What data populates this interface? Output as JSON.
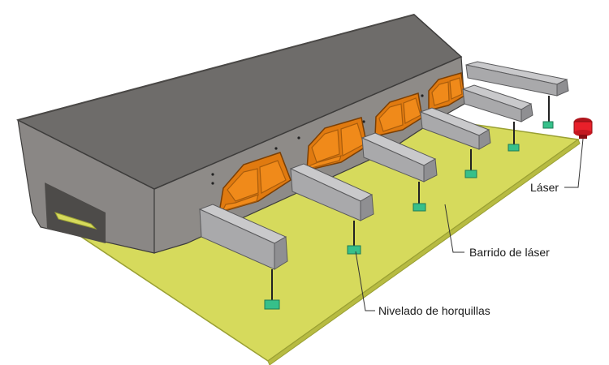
{
  "labels": {
    "laser": "Láser",
    "sweep": "Barrido de láser",
    "forks": "Nivelado de horquillas"
  },
  "colors": {
    "floor": "#d6da5c",
    "floor_edge": "#9aa033",
    "roof": "#6e6c6a",
    "wall": "#8a8785",
    "wall_dark": "#5c5a58",
    "bar": "#a9a9ab",
    "cell": "#f08a1a",
    "fork": "#36c08a",
    "laser": "#e8202a"
  },
  "icons": {
    "laser_device": "laser-emitter-icon",
    "fork_support": "fork-bracket-icon"
  }
}
